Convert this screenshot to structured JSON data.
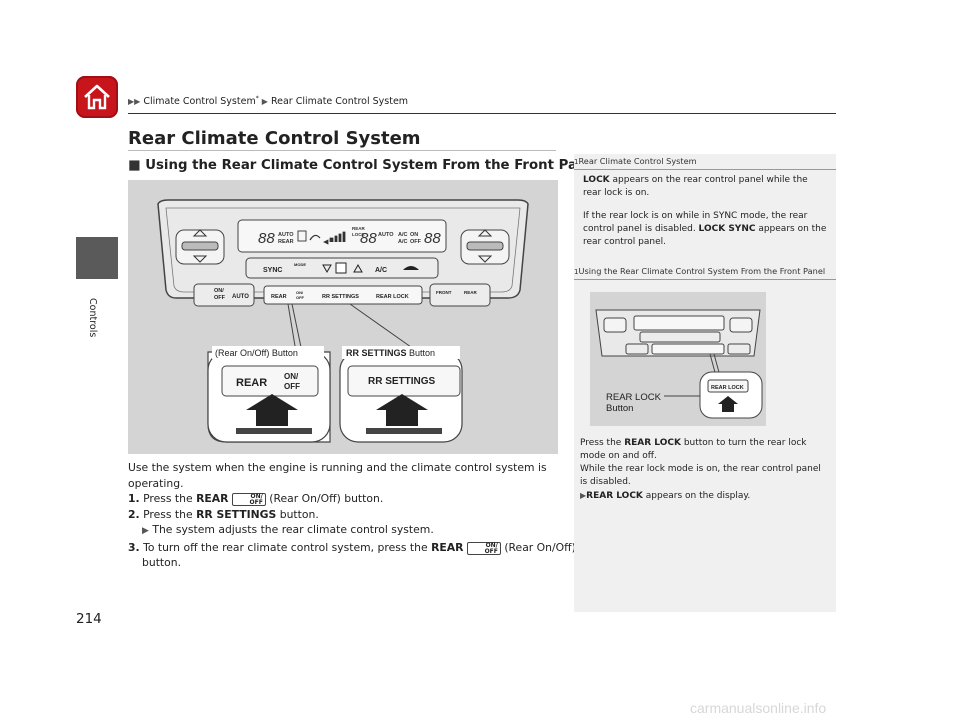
{
  "header": {
    "breadcrumb_item1": "Climate Control System",
    "breadcrumb_star": "*",
    "breadcrumb_item2": "Rear Climate Control System"
  },
  "sidebar": {
    "label": "Controls"
  },
  "page": {
    "title": "Rear Climate Control System",
    "section_heading": "Using the Rear Climate Control System From the Front Panel",
    "page_number": "214"
  },
  "figure": {
    "panel": {
      "display_left": "88",
      "display_auto": "AUTO",
      "display_rear": "REAR",
      "display_rear_lock": "REAR",
      "display_lock": "LOCK",
      "display_mid": "88",
      "display_auto2": "AUTO",
      "display_ac": "A/C",
      "display_ac2": "A/C",
      "display_on": "ON",
      "display_off": "OFF",
      "display_right": "88",
      "btn_sync": "SYNC",
      "btn_mode": "MODE",
      "btn_ac": "A/C",
      "btn_on": "ON/",
      "btn_off": "OFF",
      "btn_auto": "AUTO",
      "btn_rear": "REAR",
      "btn_rear_on": "ON/",
      "btn_rear_off": "OFF",
      "btn_rr_settings": "RR SETTINGS",
      "btn_rear_lock": "REAR LOCK",
      "btn_front": "FRONT",
      "btn_rear_defrost": "REAR"
    },
    "callout_left_label": "(Rear On/Off) Button",
    "callout_right_label_bold": "RR SETTINGS",
    "callout_right_label_rest": " Button",
    "zoom_left_rear": "REAR",
    "zoom_left_on": "ON/",
    "zoom_left_off": "OFF",
    "zoom_right_text": "RR SETTINGS"
  },
  "body": {
    "intro": "Use the system when the engine is running and the climate control system is",
    "intro2": "operating.",
    "step1_num": "1.",
    "step1_pre": "Press the ",
    "step1_bold": "REAR",
    "step1_post": " (Rear On/Off) button.",
    "step2_num": "2.",
    "step2_pre": "Press the ",
    "step2_bold": "RR SETTINGS",
    "step2_post": " button.",
    "step2_result": "The system adjusts the rear climate control system.",
    "step3_num": "3.",
    "step3_pre": "To turn off the rear climate control system, press the ",
    "step3_bold": "REAR",
    "step3_post": " (Rear On/Off)",
    "step3_cont": "button.",
    "icon_on": "ON/",
    "icon_off": "OFF"
  },
  "notes": {
    "note1_title": "Rear Climate Control System",
    "note1_lock_bold": "LOCK",
    "note1_lock_rest": " appears on the rear control panel while the",
    "note1_lock_rest2": "rear lock is on.",
    "note1_p2_a": "If the rear lock is on while in SYNC mode, the rear",
    "note1_p2_b": "control panel is disabled. ",
    "note1_p2_bold": "LOCK SYNC",
    "note1_p2_c": " appears on the",
    "note1_p2_d": "rear control panel.",
    "note2_title": "Using the Rear Climate Control System From the Front Panel",
    "note2_fig_label1": "REAR LOCK",
    "note2_fig_label2": "Button",
    "note2_fig_zoom": "REAR LOCK",
    "note2_p1_a": "Press the ",
    "note2_p1_bold": "REAR LOCK",
    "note2_p1_b": " button to turn the rear lock",
    "note2_p1_c": "mode on and off.",
    "note2_p2_a": "While the rear lock mode is on, the rear control panel",
    "note2_p2_b": "is disabled.",
    "note2_p3_bold": "REAR LOCK",
    "note2_p3_rest": " appears on the display."
  },
  "watermark": "carmanualsonline.info",
  "colors": {
    "home_red": "#c8141b",
    "side_tab": "#5a5a5a",
    "figure_bg": "#d4d4d4",
    "notes_bg": "#f0f0f0"
  }
}
